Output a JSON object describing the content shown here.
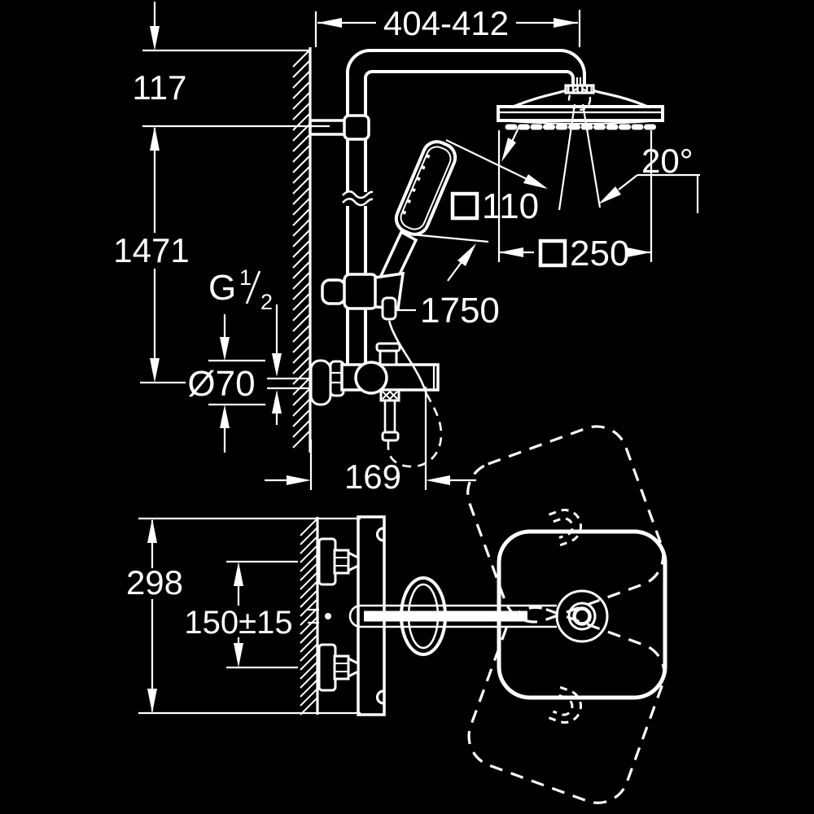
{
  "drawing": {
    "type": "technical-dimension-drawing",
    "product": "thermostatic shower system with head shower and hand shower",
    "background_color": "#000000",
    "line_color": "#ffffff",
    "views": {
      "front_view": "elevation with wall section, riser pipe, shower arm, head shower, hand shower on slide rail, thermostat valve and shower hose",
      "plan_view": "top view with wall section, valve body, two inlet unions, shower arm and head shower swivel range"
    },
    "dimensions": {
      "arm_reach": "404-412",
      "wall_to_head": "117",
      "rail_height": "1471",
      "thread_g": "G",
      "thread_num": "1",
      "thread_slash": "/",
      "thread_den": "2",
      "flange_diameter": "Ø70",
      "hose_length": "1750",
      "hand_shower_square_symbol": "□",
      "hand_shower_square": "110",
      "head_shower_square_symbol": "□",
      "head_shower_square": "250",
      "swivel_angle": "20°",
      "projection": "169",
      "plan_width": "298",
      "inlet_distance": "150±15"
    }
  }
}
